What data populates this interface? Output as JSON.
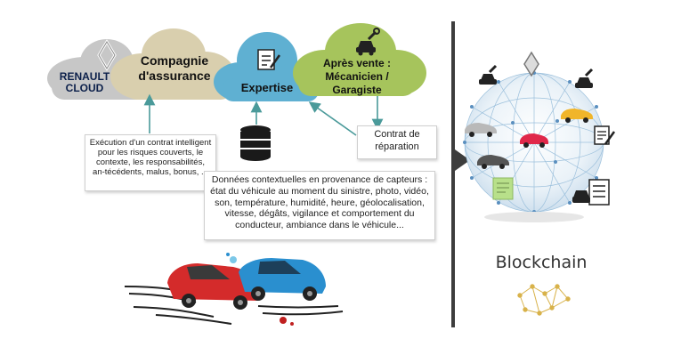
{
  "clouds": {
    "renault": {
      "line1": "RENAULT",
      "line2": "CLOUD"
    },
    "insurance": {
      "line1": "Compagnie",
      "line2": "d'assurance"
    },
    "expertise": {
      "label": "Expertise"
    },
    "aftersales": {
      "line1": "Après vente :",
      "line2": "Mécanicien / Garagiste"
    }
  },
  "boxes": {
    "smart_contract": "Exécution d'un contrat intelligent pour les risques couverts, le contexte, les responsabilités, an-técédents, malus, bonus, ...",
    "repair_contract": "Contrat de réparation",
    "sensor_data": "Données contextuelles en provenance de capteurs : état du véhicule au moment du sinistre, photo, vidéo, son, température, humidité, heure, géolocalisation, vitesse, dégâts, vigilance et comportement du conducteur, ambiance dans le véhicule..."
  },
  "blockchain": {
    "label": "Blockchain"
  },
  "icons": {
    "renault_logo": "renault-logo",
    "expertise": "document-pen-icon",
    "aftersales": "car-wrench-icon",
    "database": "database-icon",
    "network": "network-globe",
    "crash": "car-crash-illustration"
  },
  "colors": {
    "cloud_grey": "#c7c7c7",
    "cloud_beige": "#d9cfae",
    "cloud_blue": "#5fb0d2",
    "cloud_green": "#a6c45c",
    "arrow_teal": "#4a9a9a",
    "divider": "#3d3d3d"
  }
}
